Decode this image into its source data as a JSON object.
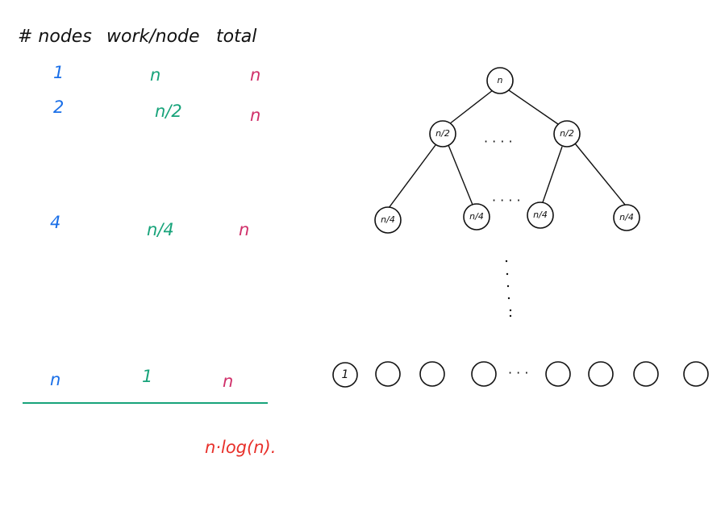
{
  "table": {
    "headers": [
      "# nodes",
      "work/node",
      "total"
    ],
    "rows": [
      {
        "nodes": "1",
        "work": "n",
        "total": "n"
      },
      {
        "nodes": "2",
        "work": "n/2",
        "total": "n"
      },
      {
        "nodes": "4",
        "work": "n/4",
        "total": "n"
      },
      {
        "nodes": "n",
        "work": "1",
        "total": "n"
      }
    ],
    "result": "n·log(n)."
  },
  "tree": {
    "root": "n",
    "level1": [
      "n/2",
      "n/2"
    ],
    "level2": [
      "n/4",
      "n/4",
      "n/4",
      "n/4"
    ],
    "leaf_label": "1",
    "ellipsis": "· · · ·"
  },
  "colors": {
    "nodes": "#1a6fe8",
    "work": "#17a37a",
    "total": "#d0306a",
    "result": "#e8302a",
    "rule": "#17a37a"
  }
}
